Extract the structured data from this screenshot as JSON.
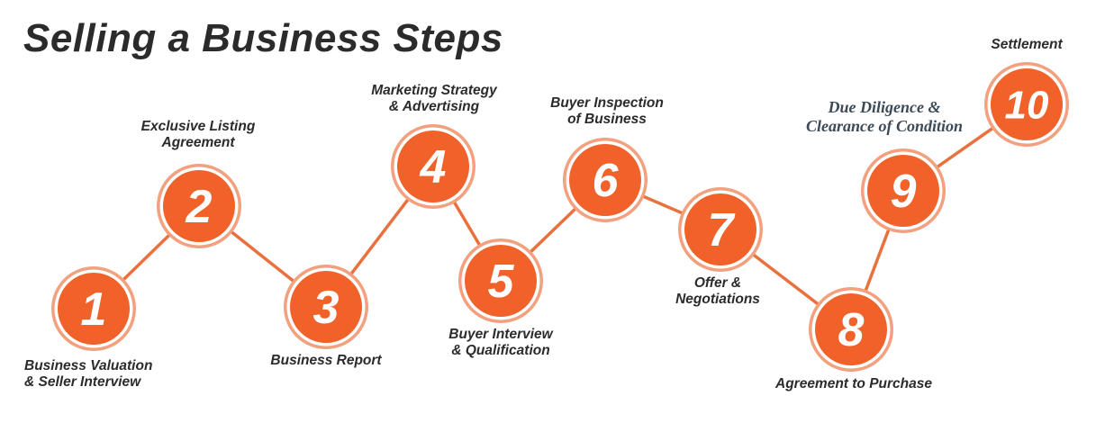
{
  "title": "Selling a Business Steps",
  "colors": {
    "accent": "#f0622a",
    "ring": "#f3a07e",
    "line": "#e9713e",
    "text": "#2b2b2b"
  },
  "steps": [
    {
      "number": "1",
      "label": "Business Valuation\n& Seller Interview"
    },
    {
      "number": "2",
      "label": "Exclusive Listing\nAgreement"
    },
    {
      "number": "3",
      "label": "Business Report"
    },
    {
      "number": "4",
      "label": "Marketing Strategy\n& Advertising"
    },
    {
      "number": "5",
      "label": "Buyer Interview\n& Qualification"
    },
    {
      "number": "6",
      "label": "Buyer Inspection\nof Business"
    },
    {
      "number": "7",
      "label": "Offer &\nNegotiations"
    },
    {
      "number": "8",
      "label": "Agreement to Purchase"
    },
    {
      "number": "9",
      "label": "Due Diligence &\nClearance of Condition"
    },
    {
      "number": "10",
      "label": "Settlement"
    }
  ]
}
